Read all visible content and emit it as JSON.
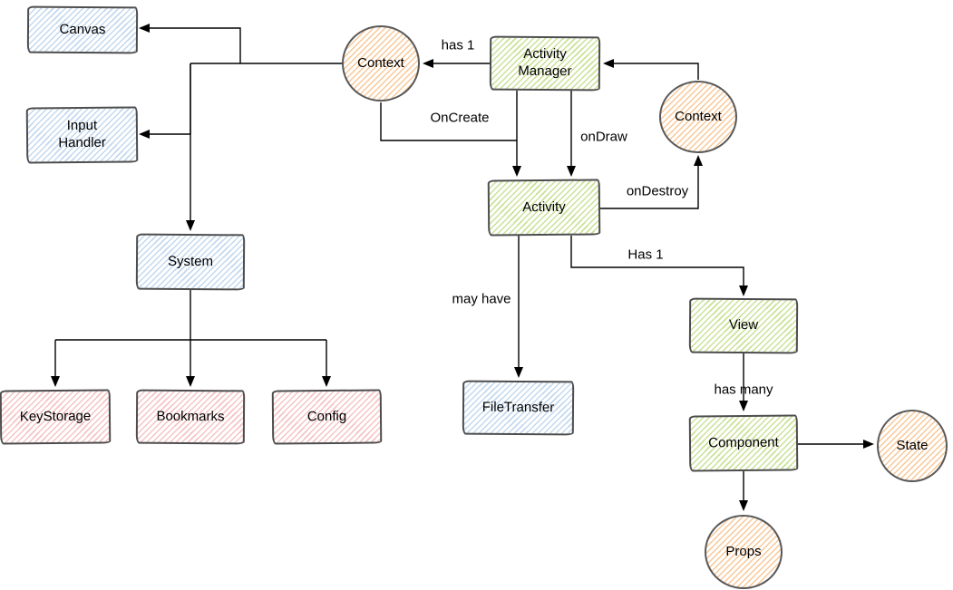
{
  "diagram": {
    "nodes": {
      "canvas": {
        "label": "Canvas",
        "shape": "rect",
        "fill": "blue"
      },
      "input_handler": {
        "label": "Input Handler",
        "shape": "rect",
        "fill": "blue"
      },
      "system": {
        "label": "System",
        "shape": "rect",
        "fill": "blue"
      },
      "keystorage": {
        "label": "KeyStorage",
        "shape": "rect",
        "fill": "red"
      },
      "bookmarks": {
        "label": "Bookmarks",
        "shape": "rect",
        "fill": "red"
      },
      "config": {
        "label": "Config",
        "shape": "rect",
        "fill": "red"
      },
      "context_left": {
        "label": "Context",
        "shape": "circle",
        "fill": "orange"
      },
      "activity_manager": {
        "label": "Activity Manager",
        "shape": "rect",
        "fill": "green"
      },
      "context_right": {
        "label": "Context",
        "shape": "circle",
        "fill": "orange"
      },
      "activity": {
        "label": "Activity",
        "shape": "rect",
        "fill": "green"
      },
      "filetransfer": {
        "label": "FileTransfer",
        "shape": "rect",
        "fill": "blue"
      },
      "view": {
        "label": "View",
        "shape": "rect",
        "fill": "green"
      },
      "component": {
        "label": "Component",
        "shape": "rect",
        "fill": "green"
      },
      "state": {
        "label": "State",
        "shape": "circle",
        "fill": "orange"
      },
      "props": {
        "label": "Props",
        "shape": "circle",
        "fill": "orange"
      }
    },
    "edge_labels": {
      "has_1": "has 1",
      "on_create": "OnCreate",
      "on_draw": "onDraw",
      "on_destroy": "onDestroy",
      "may_have": "may have",
      "has_1_view": "Has 1",
      "has_many": "has many"
    },
    "colors": {
      "background": "#ffffff",
      "blue_hatch": "#c3d8ee",
      "green_hatch": "#c9e296",
      "red_hatch": "#f6c3c3",
      "orange_hatch": "#f9c795",
      "box_stroke": "#4d4d4d",
      "circle_stroke": "#595959",
      "edge_stroke": "#000000",
      "text": "#000000"
    }
  }
}
